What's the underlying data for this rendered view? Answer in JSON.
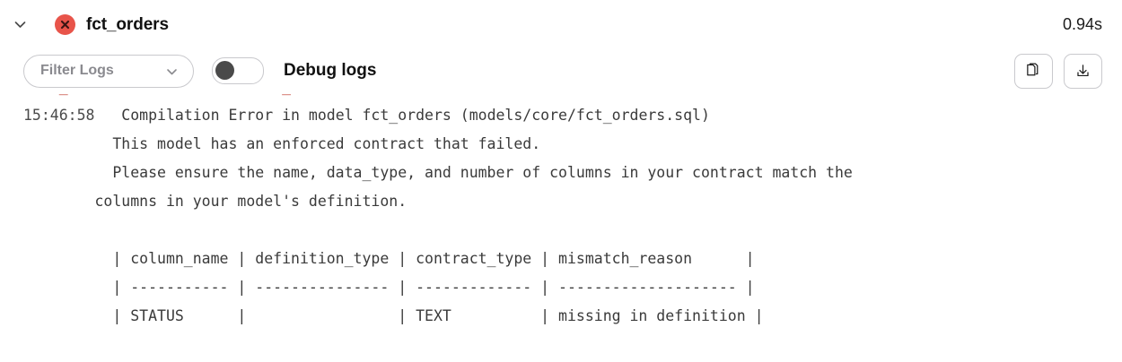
{
  "header": {
    "chevron_icon": "chevron-down-icon",
    "status_icon": "error-circle-x-icon",
    "status_color": "#e8544a",
    "model_name": "fct_orders",
    "elapsed": "0.94s"
  },
  "toolbar": {
    "filter_label": "Filter Logs",
    "filter_chevron_icon": "chevron-down-icon",
    "debug_toggle_label": "Debug logs",
    "debug_toggle_state": "off",
    "copy_icon": "copy-icon",
    "download_icon": "download-icon"
  },
  "log": {
    "lines": [
      {
        "kind": "clipped",
        "text": "    _                        _         ."
      },
      {
        "kind": "entry",
        "timestamp": "15:46:58",
        "text": "Compilation Error in model fct_orders (models/core/fct_orders.sql)"
      },
      {
        "kind": "cont",
        "text": "          This model has an enforced contract that failed."
      },
      {
        "kind": "cont",
        "text": "          Please ensure the name, data_type, and number of columns in your contract match the"
      },
      {
        "kind": "wrap",
        "text": "        columns in your model's definition."
      },
      {
        "kind": "blank",
        "text": " "
      },
      {
        "kind": "cont",
        "text": "          | column_name | definition_type | contract_type | mismatch_reason      |"
      },
      {
        "kind": "cont",
        "text": "          | ----------- | --------------- | ------------- | -------------------- |"
      },
      {
        "kind": "cont",
        "text": "          | STATUS      |                 | TEXT          | missing in definition |"
      }
    ]
  }
}
